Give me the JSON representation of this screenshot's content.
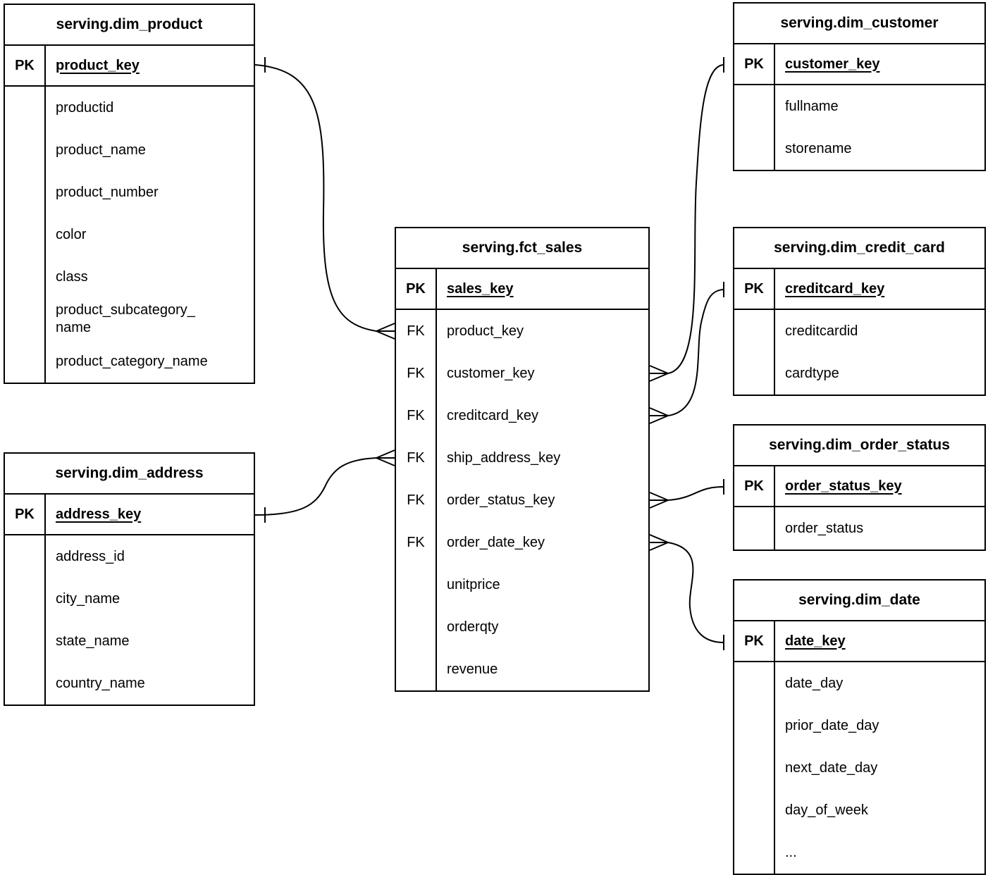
{
  "colors": {
    "line": "#000000",
    "background": "#ffffff",
    "text": "#000000"
  },
  "tables": {
    "dim_product": {
      "title": "serving.dim_product",
      "rows": [
        {
          "k": "PK",
          "n": "product_key",
          "pk": true
        },
        {
          "k": "",
          "n": "productid"
        },
        {
          "k": "",
          "n": "product_name"
        },
        {
          "k": "",
          "n": "product_number"
        },
        {
          "k": "",
          "n": "color"
        },
        {
          "k": "",
          "n": "class"
        },
        {
          "k": "",
          "n": "product_subcategory_\nname"
        },
        {
          "k": "",
          "n": "product_category_name"
        }
      ]
    },
    "dim_customer": {
      "title": "serving.dim_customer",
      "rows": [
        {
          "k": "PK",
          "n": "customer_key",
          "pk": true
        },
        {
          "k": "",
          "n": "fullname"
        },
        {
          "k": "",
          "n": "storename"
        }
      ]
    },
    "fct_sales": {
      "title": "serving.fct_sales",
      "rows": [
        {
          "k": "PK",
          "n": "sales_key",
          "pk": true
        },
        {
          "k": "FK",
          "n": "product_key"
        },
        {
          "k": "FK",
          "n": "customer_key"
        },
        {
          "k": "FK",
          "n": "creditcard_key"
        },
        {
          "k": "FK",
          "n": "ship_address_key"
        },
        {
          "k": "FK",
          "n": "order_status_key"
        },
        {
          "k": "FK",
          "n": "order_date_key"
        },
        {
          "k": "",
          "n": "unitprice"
        },
        {
          "k": "",
          "n": "orderqty"
        },
        {
          "k": "",
          "n": "revenue"
        }
      ]
    },
    "dim_credit_card": {
      "title": "serving.dim_credit_card",
      "rows": [
        {
          "k": "PK",
          "n": "creditcard_key",
          "pk": true
        },
        {
          "k": "",
          "n": "creditcardid"
        },
        {
          "k": "",
          "n": "cardtype"
        }
      ]
    },
    "dim_order_status": {
      "title": "serving.dim_order_status",
      "rows": [
        {
          "k": "PK",
          "n": "order_status_key",
          "pk": true
        },
        {
          "k": "",
          "n": "order_status"
        }
      ]
    },
    "dim_date": {
      "title": "serving.dim_date",
      "rows": [
        {
          "k": "PK",
          "n": "date_key",
          "pk": true
        },
        {
          "k": "",
          "n": "date_day"
        },
        {
          "k": "",
          "n": "prior_date_day"
        },
        {
          "k": "",
          "n": "next_date_day"
        },
        {
          "k": "",
          "n": "day_of_week"
        },
        {
          "k": "",
          "n": "..."
        }
      ]
    },
    "dim_address": {
      "title": "serving.dim_address",
      "rows": [
        {
          "k": "PK",
          "n": "address_key",
          "pk": true
        },
        {
          "k": "",
          "n": "address_id"
        },
        {
          "k": "",
          "n": "city_name"
        },
        {
          "k": "",
          "n": "state_name"
        },
        {
          "k": "",
          "n": "country_name"
        }
      ]
    }
  },
  "relations": [
    {
      "from": "serving.fct_sales.product_key",
      "from_cardinality": "many",
      "to": "serving.dim_product.product_key",
      "to_cardinality": "one"
    },
    {
      "from": "serving.fct_sales.ship_address_key",
      "from_cardinality": "many",
      "to": "serving.dim_address.address_key",
      "to_cardinality": "one"
    },
    {
      "from": "serving.fct_sales.customer_key",
      "from_cardinality": "many",
      "to": "serving.dim_customer.customer_key",
      "to_cardinality": "one"
    },
    {
      "from": "serving.fct_sales.creditcard_key",
      "from_cardinality": "many",
      "to": "serving.dim_credit_card.creditcard_key",
      "to_cardinality": "one"
    },
    {
      "from": "serving.fct_sales.order_status_key",
      "from_cardinality": "many",
      "to": "serving.dim_order_status.order_status_key",
      "to_cardinality": "one"
    },
    {
      "from": "serving.fct_sales.order_date_key",
      "from_cardinality": "many",
      "to": "serving.dim_date.date_key",
      "to_cardinality": "one"
    }
  ]
}
